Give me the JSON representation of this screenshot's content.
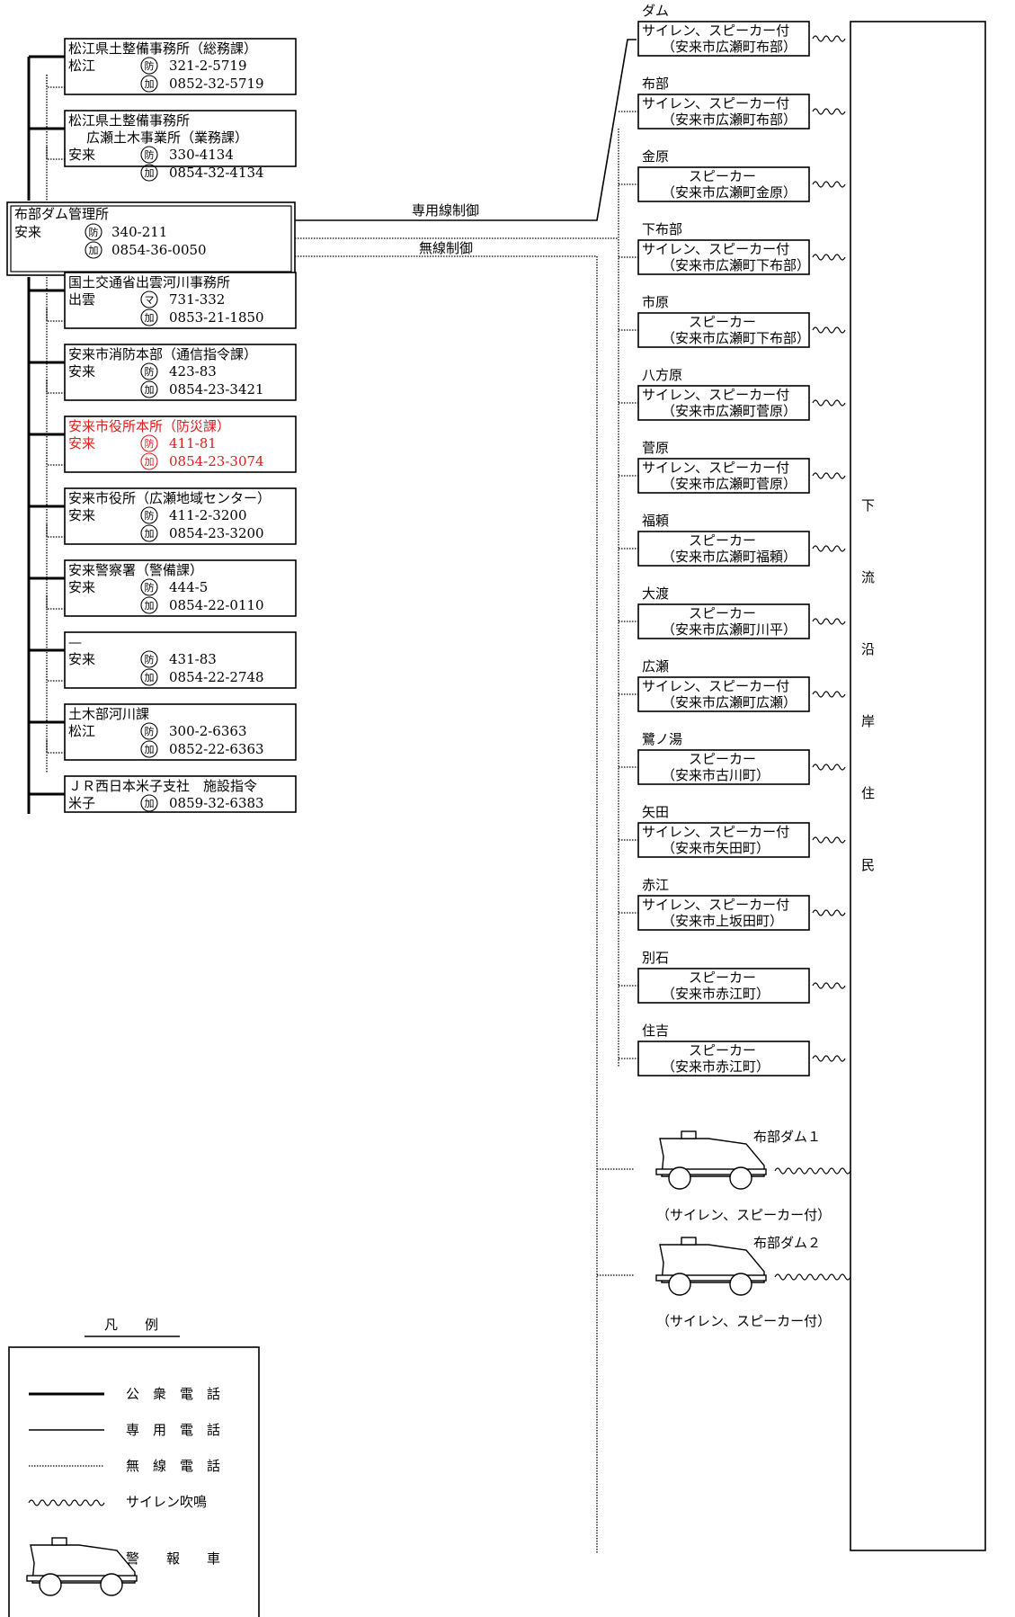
{
  "dam": {
    "name": "布部ダム管理所",
    "location": "安来",
    "phones": [
      {
        "type": "防",
        "number": "340-211"
      },
      {
        "type": "加",
        "number": "0854-36-0050"
      }
    ]
  },
  "control_labels": {
    "dedicated": "専用線制御",
    "wireless": "無線制御"
  },
  "left_boxes": [
    {
      "title": [
        "松江県土整備事務所（総務課）"
      ],
      "location": "松江",
      "phones": [
        {
          "type": "防",
          "number": "321-2-5719"
        },
        {
          "type": "加",
          "number": "0852-32-5719"
        }
      ],
      "highlight": false
    },
    {
      "title": [
        "松江県土整備事務所",
        "広瀬土木事業所（業務課）"
      ],
      "location": "安来",
      "phones": [
        {
          "type": "防",
          "number": "330-4134"
        },
        {
          "type": "加",
          "number": "0854-32-4134"
        }
      ],
      "highlight": false
    },
    {
      "title": [
        "国土交通省出雲河川事務所"
      ],
      "location": "出雲",
      "phones": [
        {
          "type": "マ",
          "number": "731-332"
        },
        {
          "type": "加",
          "number": "0853-21-1850"
        }
      ],
      "highlight": false
    },
    {
      "title": [
        "安来市消防本部（通信指令課）"
      ],
      "location": "安来",
      "phones": [
        {
          "type": "防",
          "number": "423-83"
        },
        {
          "type": "加",
          "number": "0854-23-3421"
        }
      ],
      "highlight": false
    },
    {
      "title": [
        "安来市役所本所（防災課）"
      ],
      "location": "安来",
      "phones": [
        {
          "type": "防",
          "number": "411-81"
        },
        {
          "type": "加",
          "number": "0854-23-3074"
        }
      ],
      "highlight": true
    },
    {
      "title": [
        "安来市役所（広瀬地域センター）"
      ],
      "location": "安来",
      "phones": [
        {
          "type": "防",
          "number": "411-2-3200"
        },
        {
          "type": "加",
          "number": "0854-23-3200"
        }
      ],
      "highlight": false
    },
    {
      "title": [
        "安来警察署（警備課）"
      ],
      "location": "安来",
      "phones": [
        {
          "type": "防",
          "number": "444-5"
        },
        {
          "type": "加",
          "number": "0854-22-0110"
        }
      ],
      "highlight": false
    },
    {
      "title": [
        "—"
      ],
      "location": "安来",
      "phones": [
        {
          "type": "防",
          "number": "431-83"
        },
        {
          "type": "加",
          "number": "0854-22-2748"
        }
      ],
      "highlight": false
    },
    {
      "title": [
        "土木部河川課"
      ],
      "location": "松江",
      "phones": [
        {
          "type": "防",
          "number": "300-2-6363"
        },
        {
          "type": "加",
          "number": "0852-22-6363"
        }
      ],
      "highlight": false
    },
    {
      "title": [
        "ＪＲ西日本米子支社　施設指令"
      ],
      "location": "米子",
      "phones": [
        {
          "type": "加",
          "number": "0859-32-6383"
        }
      ],
      "highlight": false
    }
  ],
  "stations": [
    {
      "name": "ダム",
      "type": "サイレン、スピーカー付",
      "address": "（安来市広瀬町布部）"
    },
    {
      "name": "布部",
      "type": "サイレン、スピーカー付",
      "address": "（安来市広瀬町布部）"
    },
    {
      "name": "金原",
      "type": "スピーカー",
      "address": "（安来市広瀬町金原）"
    },
    {
      "name": "下布部",
      "type": "サイレン、スピーカー付",
      "address": "（安来市広瀬町下布部）"
    },
    {
      "name": "市原",
      "type": "スピーカー",
      "address": "（安来市広瀬町下布部）"
    },
    {
      "name": "八方原",
      "type": "サイレン、スピーカー付",
      "address": "（安来市広瀬町菅原）"
    },
    {
      "name": "菅原",
      "type": "サイレン、スピーカー付",
      "address": "（安来市広瀬町菅原）"
    },
    {
      "name": "福頼",
      "type": "スピーカー",
      "address": "（安来市広瀬町福頼）"
    },
    {
      "name": "大渡",
      "type": "スピーカー",
      "address": "（安来市広瀬町川平）"
    },
    {
      "name": "広瀬",
      "type": "サイレン、スピーカー付",
      "address": "（安来市広瀬町広瀬）"
    },
    {
      "name": "鷺ノ湯",
      "type": "スピーカー",
      "address": "（安来市古川町）"
    },
    {
      "name": "矢田",
      "type": "サイレン、スピーカー付",
      "address": "（安来市矢田町）"
    },
    {
      "name": "赤江",
      "type": "サイレン、スピーカー付",
      "address": "（安来市上坂田町）"
    },
    {
      "name": "別石",
      "type": "スピーカー",
      "address": "（安来市赤江町）"
    },
    {
      "name": "住吉",
      "type": "スピーカー",
      "address": "（安来市赤江町）"
    }
  ],
  "vehicles": [
    {
      "name": "布部ダム１",
      "type": "（サイレン、スピーカー付）"
    },
    {
      "name": "布部ダム２",
      "type": "（サイレン、スピーカー付）"
    }
  ],
  "residents": [
    "下",
    "流",
    "沿",
    "岸",
    "住",
    "民"
  ],
  "legend": {
    "title": "凡　　例",
    "items": [
      "公　衆　電　話",
      "専　用　電　話",
      "無　線　電　話",
      "サイレン吹鳴",
      "警　　報　　車"
    ]
  },
  "colors": {
    "highlight": "#e01b1b",
    "line": "#000000"
  }
}
